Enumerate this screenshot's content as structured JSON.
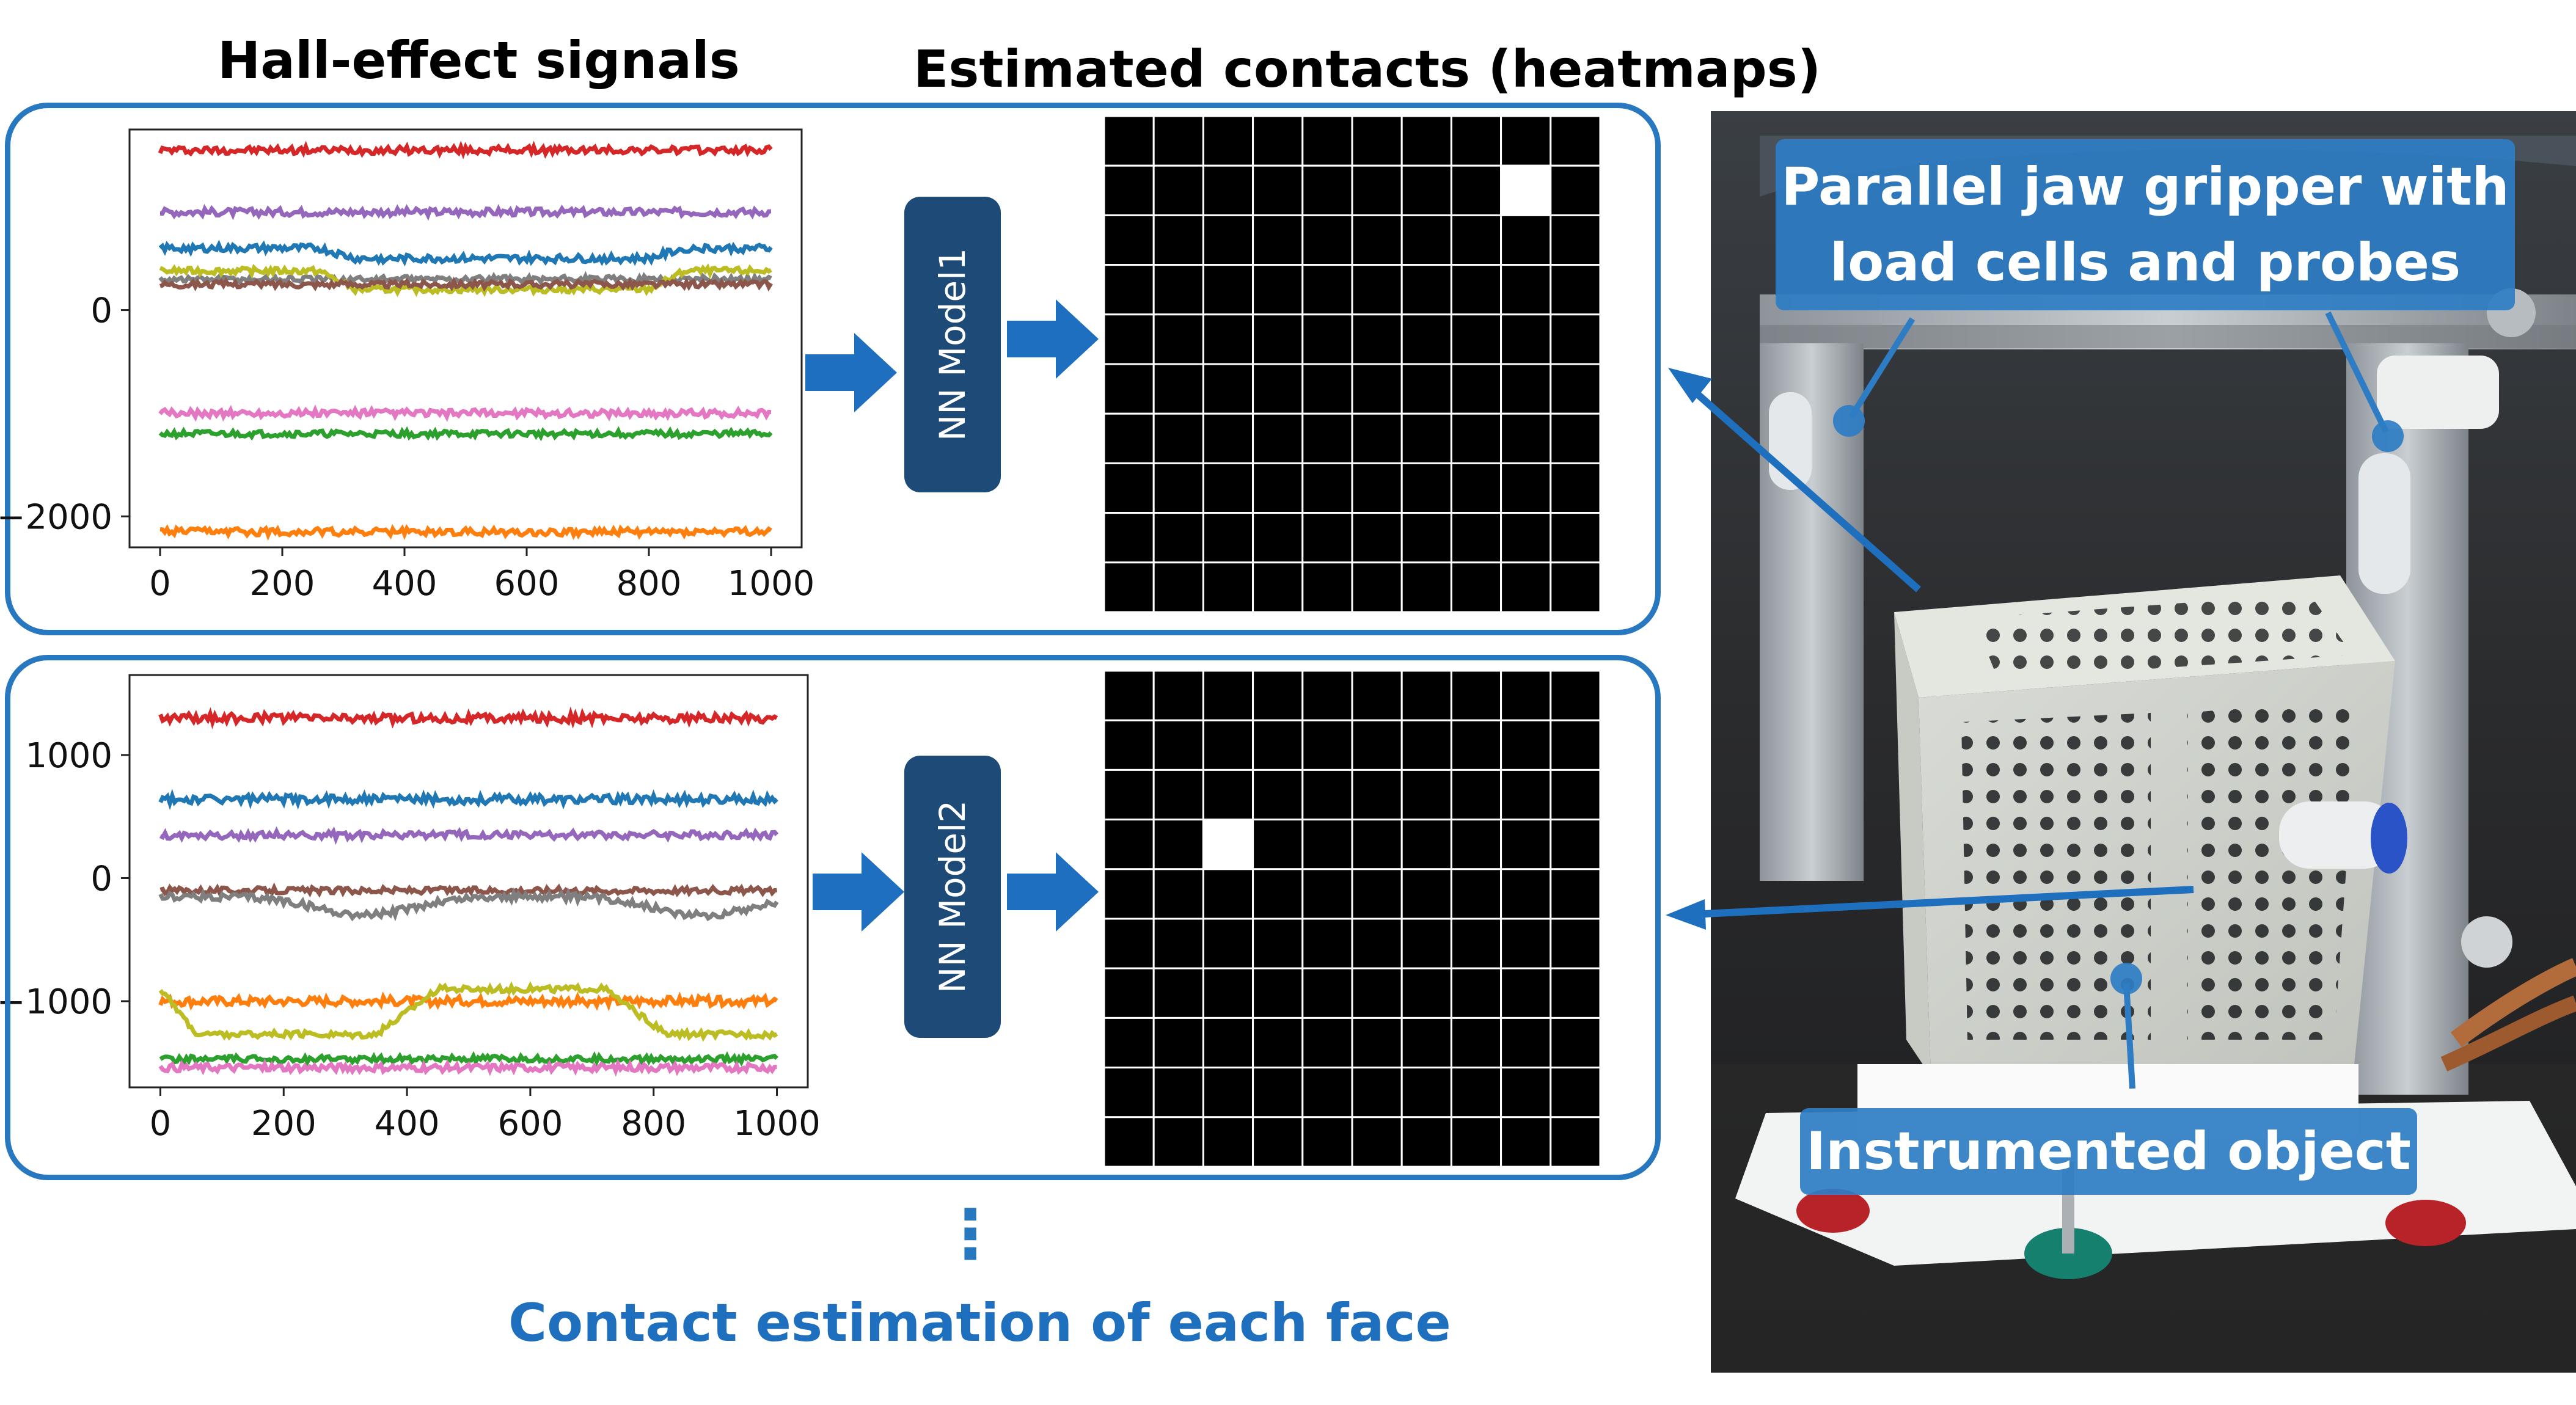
{
  "headers": {
    "signals": "Hall-effect signals",
    "contacts": "Estimated contacts (heatmaps)"
  },
  "panels": [
    {
      "model_label": "NN Model1",
      "active_cell": {
        "row": 1,
        "col": 8
      },
      "chart_data": {
        "type": "line",
        "title": "",
        "xlabel": "",
        "ylabel": "",
        "x_ticks": [
          "0",
          "200",
          "400",
          "600",
          "800",
          "1000"
        ],
        "y_ticks": [
          {
            "value": 0,
            "label": "0"
          },
          {
            "value": -2000,
            "label": "−2000"
          }
        ],
        "xlim": [
          -50,
          1050
        ],
        "ylim": [
          -2300,
          1750
        ],
        "series": [
          {
            "color": "#d62728",
            "level": 1550,
            "noise": 35,
            "shape": "flat"
          },
          {
            "color": "#9467bd",
            "level": 950,
            "noise": 35,
            "shape": "flat"
          },
          {
            "color": "#1f77b4",
            "level": 600,
            "noise": 35,
            "shape": "dip",
            "alt": 500
          },
          {
            "color": "#7f7f7f",
            "level": 300,
            "noise": 30,
            "shape": "flat"
          },
          {
            "color": "#bcbd22",
            "level": 380,
            "noise": 30,
            "shape": "dip",
            "alt": 200
          },
          {
            "color": "#8c564b",
            "level": 250,
            "noise": 30,
            "shape": "flat"
          },
          {
            "color": "#e377c2",
            "level": -1000,
            "noise": 35,
            "shape": "flat"
          },
          {
            "color": "#2ca02c",
            "level": -1200,
            "noise": 30,
            "shape": "flat"
          },
          {
            "color": "#ff7f0e",
            "level": -2150,
            "noise": 35,
            "shape": "flat"
          }
        ]
      }
    },
    {
      "model_label": "NN Model2",
      "active_cell": {
        "row": 3,
        "col": 2
      },
      "chart_data": {
        "type": "line",
        "title": "",
        "xlabel": "",
        "ylabel": "",
        "x_ticks": [
          "0",
          "200",
          "400",
          "600",
          "800",
          "1000"
        ],
        "y_ticks": [
          {
            "value": 1000,
            "label": "1000"
          },
          {
            "value": 0,
            "label": "0"
          },
          {
            "value": -1000,
            "label": "−1000"
          }
        ],
        "xlim": [
          -50,
          1050
        ],
        "ylim": [
          -1700,
          1650
        ],
        "series": [
          {
            "color": "#d62728",
            "level": 1300,
            "noise": 35,
            "shape": "flat"
          },
          {
            "color": "#1f77b4",
            "level": 640,
            "noise": 35,
            "shape": "flat"
          },
          {
            "color": "#9467bd",
            "level": 350,
            "noise": 30,
            "shape": "flat"
          },
          {
            "color": "#8c564b",
            "level": -100,
            "noise": 25,
            "shape": "flat"
          },
          {
            "color": "#7f7f7f",
            "level": -150,
            "noise": 30,
            "shape": "bump",
            "alt": -300
          },
          {
            "color": "#ff7f0e",
            "level": -1000,
            "noise": 35,
            "shape": "flat"
          },
          {
            "color": "#bcbd22",
            "level": -900,
            "noise": 25,
            "shape": "plateau",
            "alt": -1270
          },
          {
            "color": "#2ca02c",
            "level": -1470,
            "noise": 25,
            "shape": "flat"
          },
          {
            "color": "#e377c2",
            "level": -1540,
            "noise": 30,
            "shape": "flat"
          }
        ]
      }
    }
  ],
  "more_dots": "⋮",
  "footer": "Contact estimation of each face",
  "photo": {
    "label_gripper_line1": "Parallel jaw gripper with",
    "label_gripper_line2": "load cells and probes",
    "label_object": "Instrumented object"
  }
}
